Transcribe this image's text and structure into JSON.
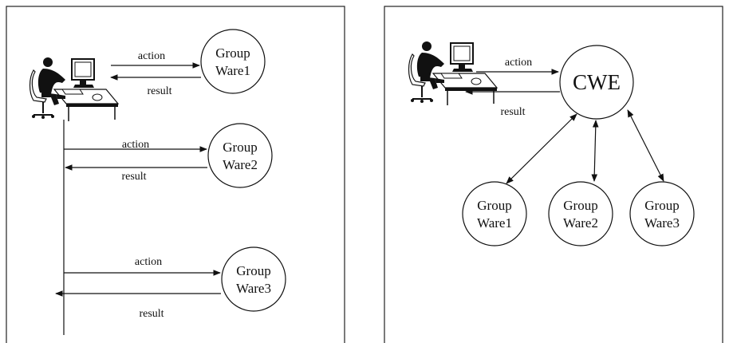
{
  "left_panel": {
    "groupware_nodes": [
      {
        "line1": "Group",
        "line2": "Ware1"
      },
      {
        "line1": "Group",
        "line2": "Ware2"
      },
      {
        "line1": "Group",
        "line2": "Ware3"
      }
    ],
    "arrow_labels": {
      "action": "action",
      "result": "result"
    }
  },
  "right_panel": {
    "hub": "CWE",
    "groupware_nodes": [
      {
        "line1": "Group",
        "line2": "Ware1"
      },
      {
        "line1": "Group",
        "line2": "Ware2"
      },
      {
        "line1": "Group",
        "line2": "Ware3"
      }
    ],
    "arrow_labels": {
      "action": "action",
      "result": "result"
    }
  },
  "icons": [
    "user-at-computer-icon",
    "user-at-computer-icon"
  ]
}
